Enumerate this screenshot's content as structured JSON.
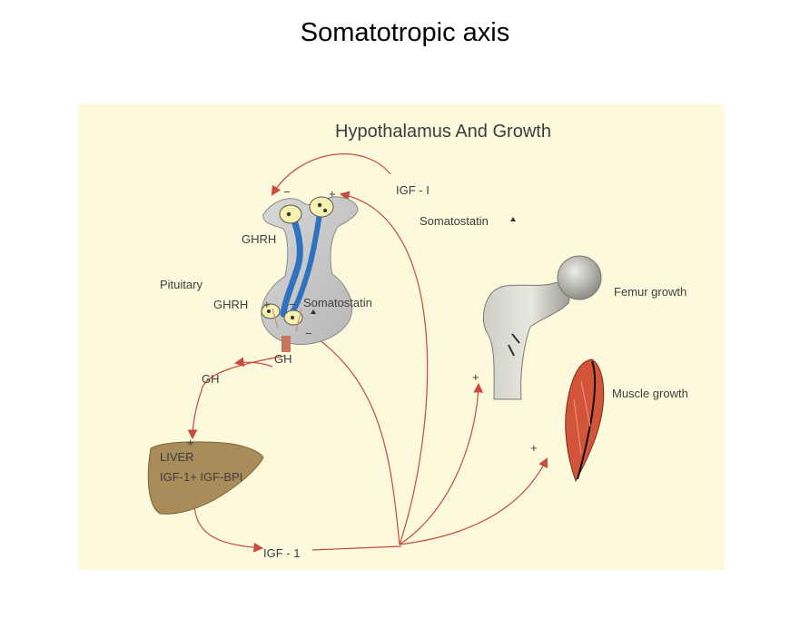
{
  "page_title": "Somatotropic axis",
  "diagram": {
    "heading": "Hypothalamus And Growth",
    "labels": {
      "igf_i_top": "IGF - I",
      "somatostatin_top": "Somatostatin",
      "ghrh_upper": "GHRH",
      "pituitary": "Pituitary",
      "ghrh_lower": "GHRH",
      "somatostatin_inner": "Somatostatin",
      "gh_center": "GH",
      "gh_left": "GH",
      "liver": "LIVER",
      "igf_complex": "IGF-1+ IGF-BPI",
      "igf_bottom": "IGF - 1",
      "femur": "Femur growth",
      "muscle": "Muscle growth"
    },
    "signs": {
      "minus_top": "−",
      "plus_top": "+",
      "plus_ghrh": "+",
      "minus_somat": "−",
      "minus_bottom": "−",
      "plus_liver": "+",
      "plus_femur": "+",
      "plus_muscle": "+"
    },
    "colors": {
      "arrow": "#c84b3c",
      "panel_bg": "#fdf9dd",
      "liver": "#a98c5a",
      "muscle": "#d2553a",
      "neuron": "#2f73c0",
      "gland": "#c8c8c8"
    }
  }
}
